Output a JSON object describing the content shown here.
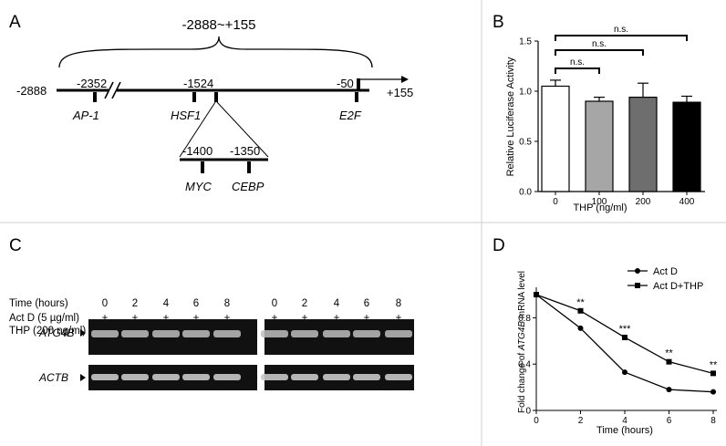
{
  "panelA": {
    "letter": "A",
    "range": "-2888~+155",
    "left_coord": "-2888",
    "right_coord": "+155",
    "sites": [
      {
        "pos": "-2352",
        "label": "AP-1"
      },
      {
        "pos": "-1524",
        "label": "HSF1"
      },
      {
        "pos": "-50",
        "label": "E2F"
      }
    ],
    "inset_sites": [
      {
        "pos": "-1400",
        "label": "MYC"
      },
      {
        "pos": "-1350",
        "label": "CEBP"
      }
    ]
  },
  "panelB": {
    "letter": "B",
    "chart_data": {
      "type": "bar",
      "categories": [
        "0",
        "100",
        "200",
        "400"
      ],
      "values": [
        1.05,
        0.9,
        0.94,
        0.89
      ],
      "errors": [
        0.06,
        0.04,
        0.14,
        0.06
      ],
      "colors": [
        "#ffffff",
        "#a6a6a6",
        "#6e6e6e",
        "#000000"
      ],
      "xlabel": "THP (ng/ml)",
      "ylabel": "Relative Luciferase Activity",
      "ylim": [
        0,
        1.5
      ],
      "yticks": [
        "0.0",
        "0.5",
        "1.0",
        "1.5"
      ],
      "significance": [
        {
          "from": 0,
          "to": 1,
          "label": "n.s."
        },
        {
          "from": 0,
          "to": 2,
          "label": "n.s."
        },
        {
          "from": 0,
          "to": 3,
          "label": "n.s."
        }
      ]
    }
  },
  "panelC": {
    "letter": "C",
    "rows": [
      {
        "label": "Time (hours)",
        "values": [
          "0",
          "2",
          "4",
          "6",
          "8",
          "0",
          "2",
          "4",
          "6",
          "8"
        ]
      },
      {
        "label": "Act D (5 µg/ml)",
        "values": [
          "+",
          "+",
          "+",
          "+",
          "+",
          "+",
          "+",
          "+",
          "+",
          "+"
        ]
      },
      {
        "label": "THP (200 ng/ml)",
        "values": [
          "-",
          "-",
          "-",
          "-",
          "-",
          "+",
          "+",
          "+",
          "+",
          "+"
        ]
      }
    ],
    "gel_labels": [
      "ATG4B",
      "ACTB"
    ]
  },
  "panelD": {
    "letter": "D",
    "chart_data": {
      "type": "line",
      "x": [
        0,
        2,
        4,
        6,
        8
      ],
      "series": [
        {
          "name": "Act D",
          "values": [
            1.0,
            0.71,
            0.33,
            0.18,
            0.16
          ]
        },
        {
          "name": "Act D+THP",
          "values": [
            1.0,
            0.86,
            0.63,
            0.42,
            0.32
          ]
        }
      ],
      "xlabel": "Time (hours)",
      "ylabel_pre": "Fold change of ",
      "ylabel_gene": "ATG4B",
      "ylabel_post": " mRNA level",
      "xlim": [
        0,
        8
      ],
      "ylim": [
        0,
        1.0
      ],
      "xticks": [
        "0",
        "2",
        "4",
        "6",
        "8"
      ],
      "yticks": [
        "0",
        "0.4",
        "0.8"
      ],
      "annotations": [
        {
          "x": 2,
          "label": "**"
        },
        {
          "x": 4,
          "label": "***"
        },
        {
          "x": 6,
          "label": "**"
        },
        {
          "x": 8,
          "label": "**"
        }
      ]
    }
  }
}
